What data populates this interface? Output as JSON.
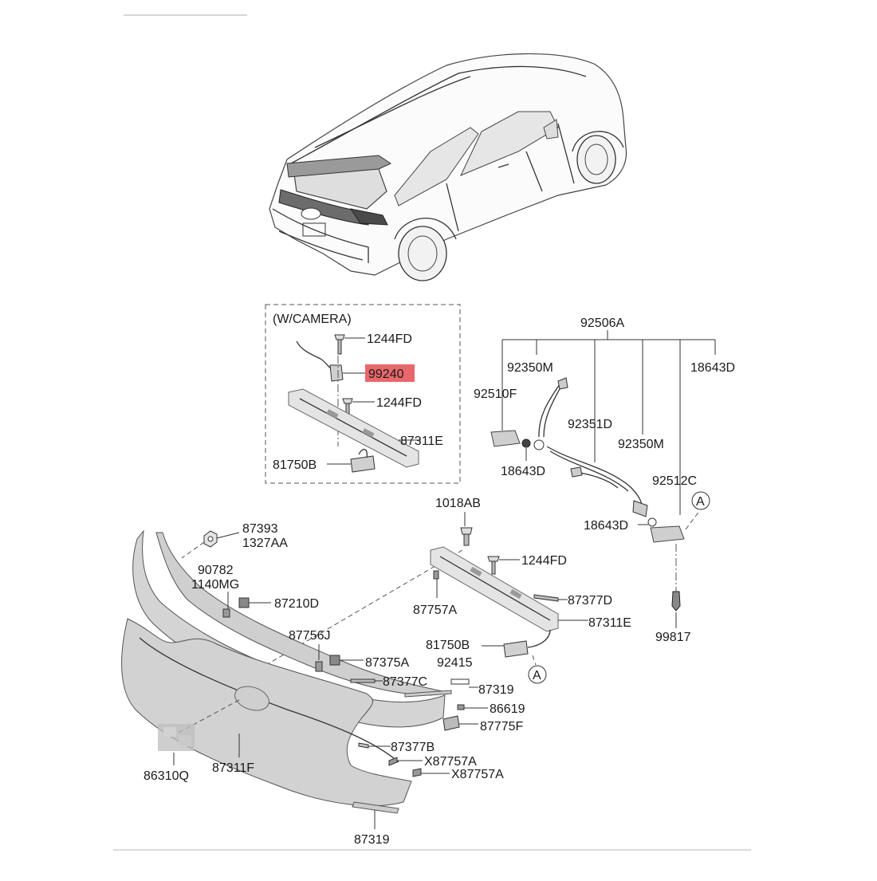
{
  "highlight_color": "#e8676a",
  "blurred_thumb_color": "#bdbdbd",
  "box_title": "(W/CAMERA)",
  "callout_marker": "A",
  "labels": {
    "c_1244FD_a": "1244FD",
    "c_99240": "99240",
    "c_1244FD_b": "1244FD",
    "c_87311E_a": "87311E",
    "c_81750B_a": "81750B",
    "p_92506A": "92506A",
    "p_92350M_a": "92350M",
    "p_18643D_a": "18643D",
    "p_92510F": "92510F",
    "p_92351D": "92351D",
    "p_92350M_b": "92350M",
    "p_18643D_b": "18643D",
    "p_92512C": "92512C",
    "p_18643D_c": "18643D",
    "p_99817": "99817",
    "p_1018AB": "1018AB",
    "p_87393": "87393",
    "p_1327AA": "1327AA",
    "p_90782": "90782",
    "p_1140MG": "1140MG",
    "p_87210D": "87210D",
    "p_1244FD_c": "1244FD",
    "p_87757A": "87757A",
    "p_87377D": "87377D",
    "p_87311E_b": "87311E",
    "p_87756J": "87756J",
    "p_81750B_b": "81750B",
    "p_87375A": "87375A",
    "p_92415": "92415",
    "p_87377C": "87377C",
    "p_87319_a": "87319",
    "p_86619": "86619",
    "p_87775F": "87775F",
    "p_87377B": "87377B",
    "p_X87757A_a": "X87757A",
    "p_X87757A_b": "X87757A",
    "p_86310Q": "86310Q",
    "p_87311F": "87311F",
    "p_87319_b": "87319"
  }
}
